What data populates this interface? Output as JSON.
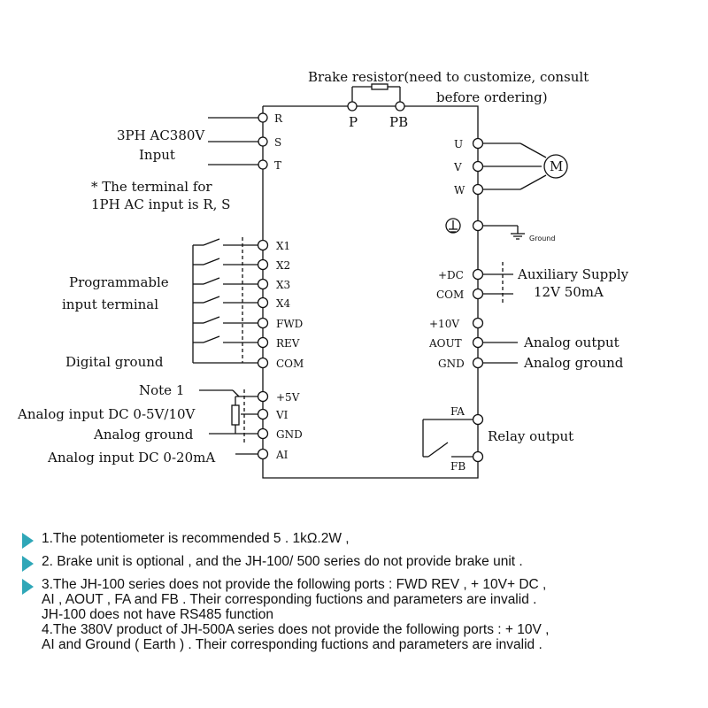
{
  "labels": {
    "brake_resistor_1": "Brake resistor(need to customize, consult",
    "brake_resistor_2": "before ordering)",
    "p": "P",
    "pb": "PB",
    "input_1": "3PH AC380V",
    "input_2": "Input",
    "r": "R",
    "s": "S",
    "t": "T",
    "note_1ph_1": "* The terminal for",
    "note_1ph_2": "1PH AC input is R, S",
    "prog_1": "Programmable",
    "prog_2": "input terminal",
    "x1": "X1",
    "x2": "X2",
    "x3": "X3",
    "x4": "X4",
    "fwd": "FWD",
    "rev": "REV",
    "com": "COM",
    "digital_ground": "Digital ground",
    "note1": "Note 1",
    "p5v": "+5V",
    "vi": "VI",
    "gnd_left": "GND",
    "ai": "AI",
    "analog_in_v": "Analog input DC 0-5V/10V",
    "analog_ground_left": "Analog ground",
    "analog_in_ma": "Analog input DC 0-20mA",
    "u": "U",
    "v": "V",
    "w": "W",
    "motor": "M",
    "ground": "Ground",
    "pdc": "+DC",
    "com_right": "COM",
    "aux_1": "Auxiliary Supply",
    "aux_2": "12V 50mA",
    "p10v": "+10V",
    "aout": "AOUT",
    "gnd_right": "GND",
    "analog_output": "Analog output",
    "analog_ground_right": "Analog ground",
    "fa": "FA",
    "fb": "FB",
    "relay_output": "Relay output"
  },
  "notes": [
    {
      "lines": [
        "1.The potentiometer is recommended 5 . 1kΩ.2W ,"
      ]
    },
    {
      "lines": [
        "2. Brake unit is optional , and the JH-100/ 500 series do not provide brake unit ."
      ]
    },
    {
      "lines": [
        "3.The JH-100 series does not provide the following ports : FWD REV , + 10V+ DC ,",
        "AI , AOUT , FA and FB . Their corresponding fuctions and parameters are invalid .",
        "JH-100 does not have RS485 function",
        "4.The 380V product of JH-500A series does not provide the following ports : + 10V ,",
        "AI and Ground ( Earth ) . Their corresponding fuctions and parameters are invalid ."
      ]
    }
  ],
  "colors": {
    "bullet": "#2fa7b8",
    "line": "#111111"
  }
}
